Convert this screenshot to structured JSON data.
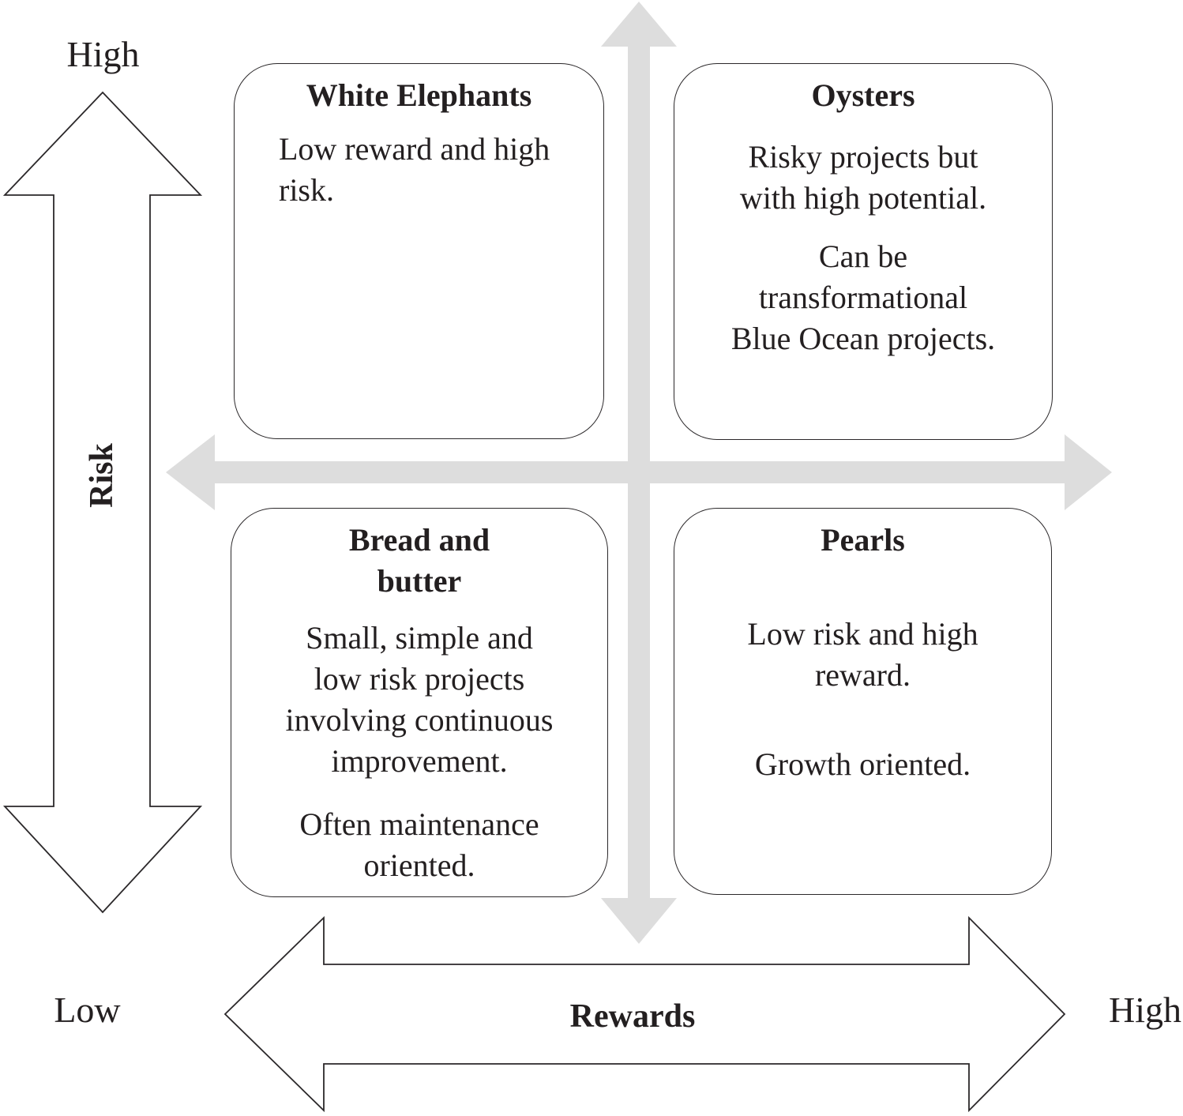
{
  "axes": {
    "risk": {
      "name": "Risk",
      "high_label": "High"
    },
    "rewards": {
      "name": "Rewards",
      "low_label": "Low",
      "high_label": "High"
    }
  },
  "quadrants": {
    "white_elephants": {
      "title_lines": [
        "White Elephants"
      ],
      "paragraphs": [
        [
          "Low reward and high",
          "risk."
        ]
      ]
    },
    "oysters": {
      "title_lines": [
        "Oysters"
      ],
      "paragraphs": [
        [
          "Risky projects but",
          "with high potential."
        ],
        [
          "Can be",
          "transformational",
          "Blue Ocean projects."
        ]
      ]
    },
    "bread_and_butter": {
      "title_lines": [
        "Bread and",
        "butter"
      ],
      "paragraphs": [
        [
          "Small, simple and",
          "low risk projects",
          "involving continuous",
          "improvement."
        ],
        [
          "Often maintenance",
          "oriented."
        ]
      ]
    },
    "pearls": {
      "title_lines": [
        "Pearls"
      ],
      "paragraphs": [
        [
          "Low risk and high",
          "reward."
        ],
        [
          "Growth oriented."
        ]
      ]
    }
  },
  "colors": {
    "axis_arrow_gray": "#dddddd",
    "ink": "#231f20",
    "outline_stroke": "#2b282a"
  }
}
